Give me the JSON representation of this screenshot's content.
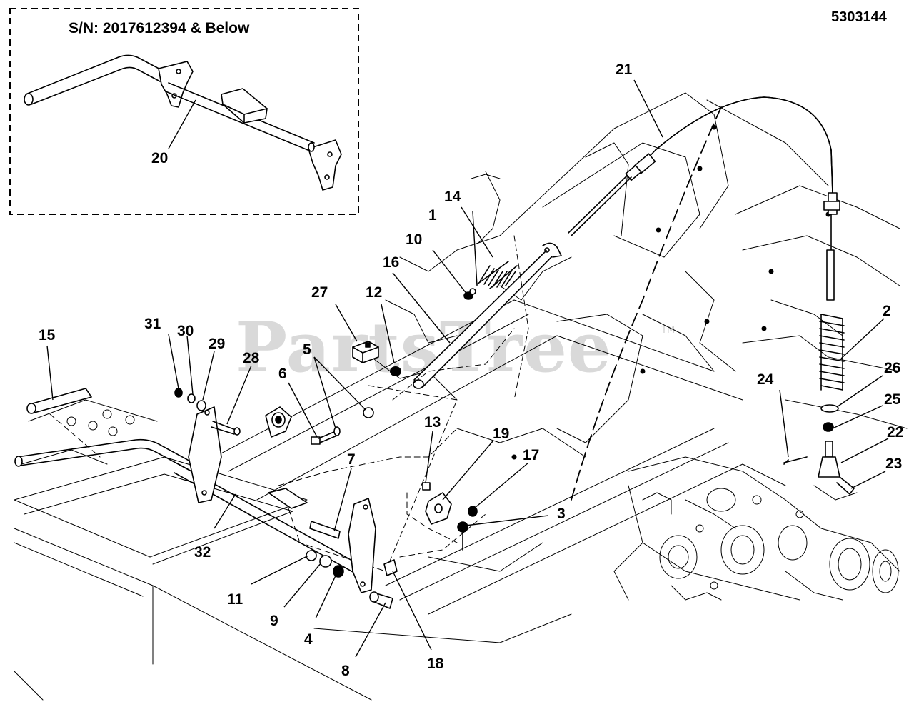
{
  "document_number": "5303144",
  "watermark": {
    "text": "PartsTree",
    "trademark": "TM"
  },
  "inset": {
    "title": "S/N: 2017612394 & Below",
    "callout": "20"
  },
  "callouts": {
    "c1": "1",
    "c2": "2",
    "c3": "3",
    "c4": "4",
    "c5": "5",
    "c6": "6",
    "c7": "7",
    "c8": "8",
    "c9": "9",
    "c10": "10",
    "c11": "11",
    "c12": "12",
    "c13": "13",
    "c14": "14",
    "c15": "15",
    "c16": "16",
    "c17": "17",
    "c18": "18",
    "c19": "19",
    "c21": "21",
    "c22": "22",
    "c23": "23",
    "c24": "24",
    "c25": "25",
    "c26": "26",
    "c27": "27",
    "c28": "28",
    "c29": "29",
    "c30": "30",
    "c31": "31",
    "c32": "32"
  }
}
